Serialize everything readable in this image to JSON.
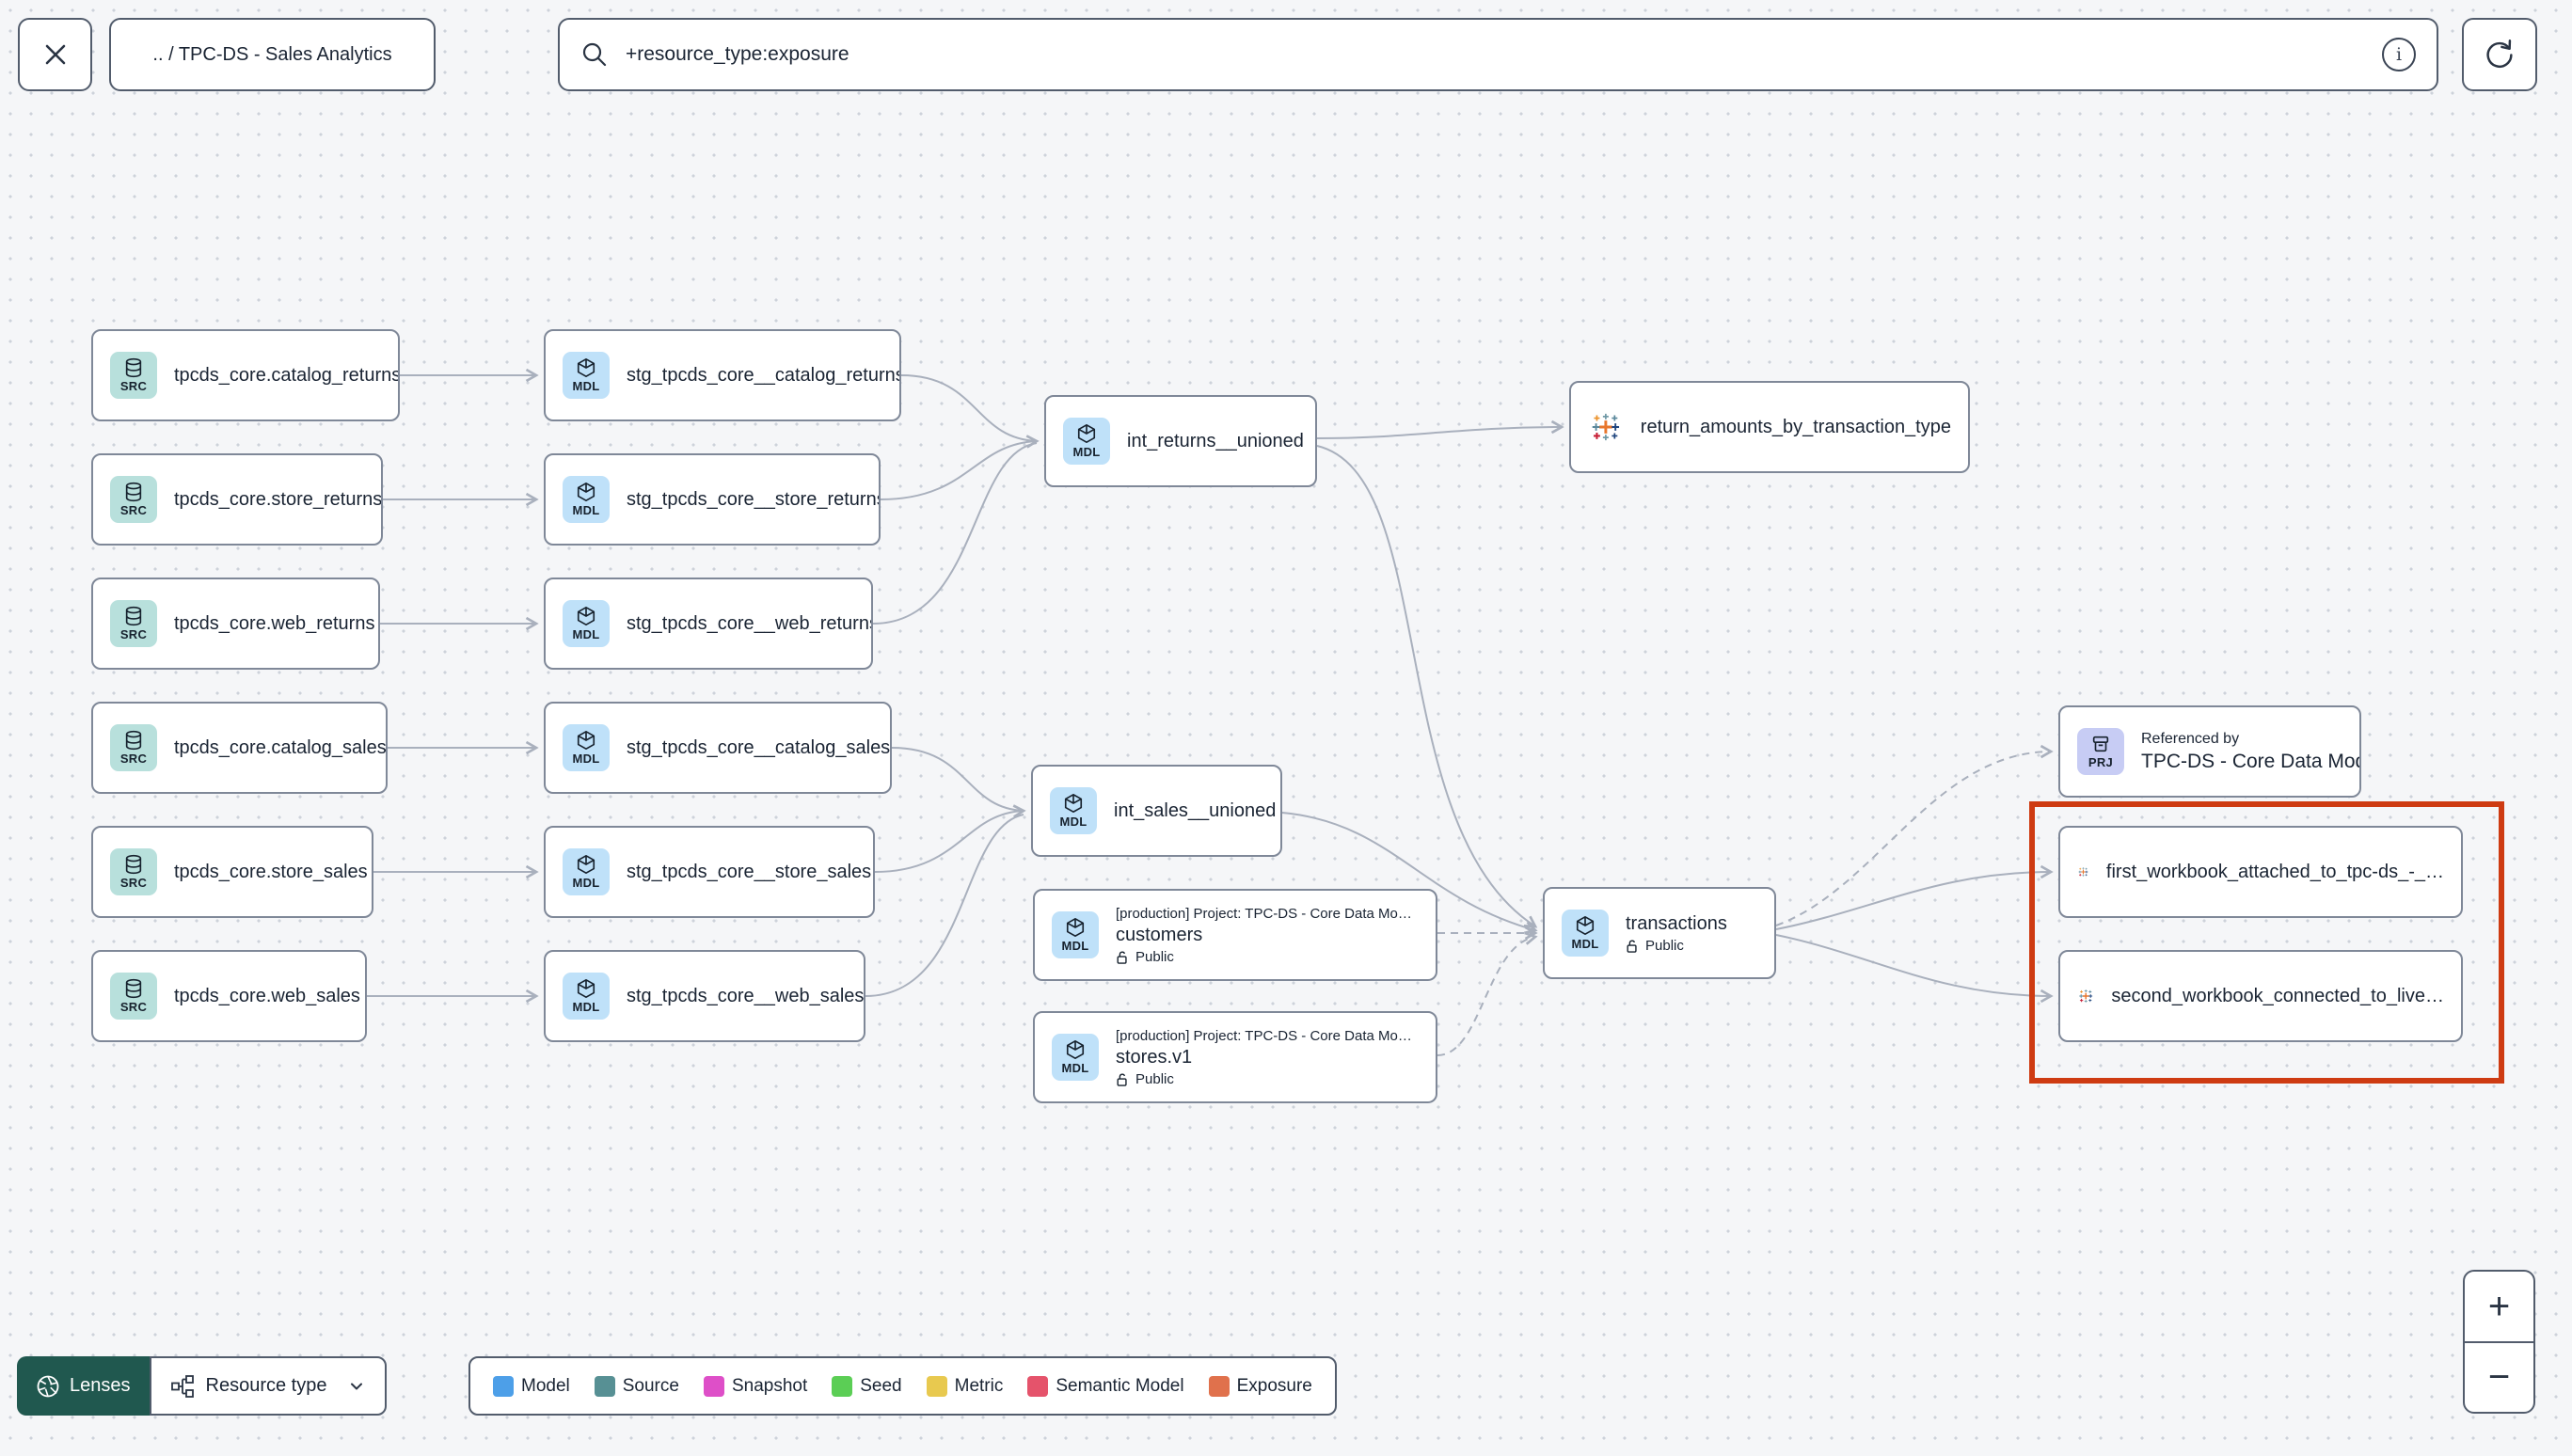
{
  "toolbar": {
    "breadcrumb": ".. / TPC-DS - Sales Analytics",
    "search_value": "+resource_type:exposure"
  },
  "icons": {
    "close": "x-mark",
    "search": "magnifier",
    "info": "i",
    "refresh": "circular-arrow",
    "lenses": "aperture",
    "resource_type": "hierarchy",
    "zoom_in": "+",
    "zoom_out": "−",
    "lock_public": "open-padlock",
    "exposure_tool": "tableau-logo"
  },
  "graph": {
    "badges": {
      "source": "SRC",
      "model": "MDL",
      "project": "PRJ"
    },
    "sources": [
      {
        "label": "tpcds_core.catalog_returns"
      },
      {
        "label": "tpcds_core.store_returns"
      },
      {
        "label": "tpcds_core.web_returns"
      },
      {
        "label": "tpcds_core.catalog_sales"
      },
      {
        "label": "tpcds_core.store_sales"
      },
      {
        "label": "tpcds_core.web_sales"
      }
    ],
    "staging": [
      {
        "label": "stg_tpcds_core__catalog_returns"
      },
      {
        "label": "stg_tpcds_core__store_returns"
      },
      {
        "label": "stg_tpcds_core__web_returns"
      },
      {
        "label": "stg_tpcds_core__catalog_sales"
      },
      {
        "label": "stg_tpcds_core__store_sales"
      },
      {
        "label": "stg_tpcds_core__web_sales"
      }
    ],
    "int_returns": {
      "label": "int_returns__unioned"
    },
    "int_sales": {
      "label": "int_sales__unioned"
    },
    "customers": {
      "project": "[production] Project: TPC-DS - Core Data Mo…",
      "name": "customers",
      "access": "Public"
    },
    "stores": {
      "project": "[production] Project: TPC-DS - Core Data Mo…",
      "name": "stores.v1",
      "access": "Public"
    },
    "transactions": {
      "name": "transactions",
      "access": "Public"
    },
    "exposure_return": {
      "label": "return_amounts_by_transaction_type"
    },
    "workbook1": {
      "label": "first_workbook_attached_to_tpc-ds_-_…"
    },
    "workbook2": {
      "label": "second_workbook_connected_to_live…"
    },
    "referenced_by": {
      "subtitle": "Referenced by",
      "title": "TPC-DS - Core Data Models"
    },
    "edges": [
      "tpcds_core.catalog_returns -> stg_tpcds_core__catalog_returns",
      "tpcds_core.store_returns -> stg_tpcds_core__store_returns",
      "tpcds_core.web_returns -> stg_tpcds_core__web_returns",
      "tpcds_core.catalog_sales -> stg_tpcds_core__catalog_sales",
      "tpcds_core.store_sales -> stg_tpcds_core__store_sales",
      "tpcds_core.web_sales -> stg_tpcds_core__web_sales",
      "stg_tpcds_core__catalog_returns -> int_returns__unioned",
      "stg_tpcds_core__store_returns -> int_returns__unioned",
      "stg_tpcds_core__web_returns -> int_returns__unioned",
      "stg_tpcds_core__catalog_sales -> int_sales__unioned",
      "stg_tpcds_core__store_sales -> int_sales__unioned",
      "stg_tpcds_core__web_sales -> int_sales__unioned",
      "int_returns__unioned -> return_amounts_by_transaction_type",
      "int_returns__unioned -> transactions",
      "int_sales__unioned -> transactions",
      "customers -> transactions (dashed)",
      "stores.v1 -> transactions (dashed)",
      "transactions -> TPC-DS - Core Data Models (dashed)",
      "transactions -> first_workbook_attached_to_tpc-ds_-_…",
      "transactions -> second_workbook_connected_to_live…"
    ]
  },
  "legend": {
    "items": [
      {
        "label": "Model",
        "color": "#4D9FE8"
      },
      {
        "label": "Source",
        "color": "#579094"
      },
      {
        "label": "Snapshot",
        "color": "#DE4FC8"
      },
      {
        "label": "Seed",
        "color": "#5BCE55"
      },
      {
        "label": "Metric",
        "color": "#E8C94F"
      },
      {
        "label": "Semantic Model",
        "color": "#E5536B"
      },
      {
        "label": "Exposure",
        "color": "#E0714C"
      }
    ]
  },
  "controls": {
    "lenses_label": "Lenses",
    "resource_type_label": "Resource type",
    "zoom_in": "+",
    "zoom_out": "−"
  },
  "colors": {
    "highlight": "#CE3B12",
    "lenses_bg": "#20584F"
  }
}
